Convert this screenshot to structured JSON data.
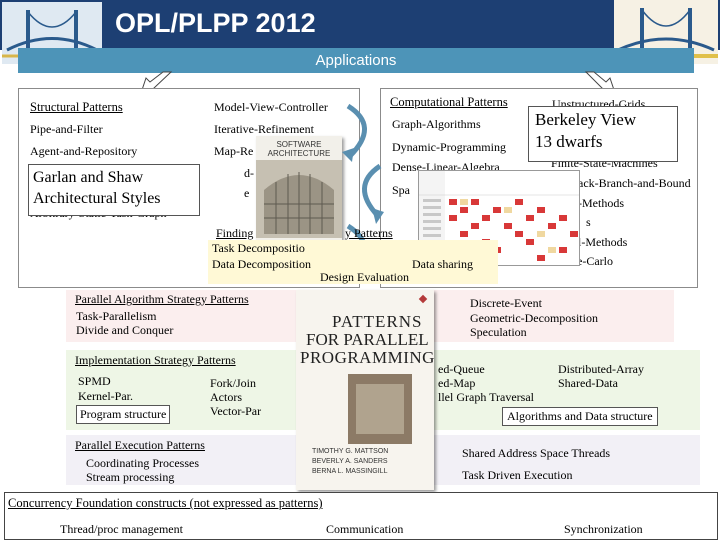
{
  "slide": {
    "title": "OPL/PLPP 2012",
    "applications_label": "Applications"
  },
  "structural": {
    "title": "Structural Patterns",
    "items": [
      "Pipe-and-Filter",
      "Agent-and-Repository",
      "Arbitrary-Static-Task-Graph",
      "Model-View-Controller",
      "Iterative-Refinement",
      "Map-Re"
    ]
  },
  "computational": {
    "title": "Computational Patterns",
    "items": [
      "Unstructured-Grids",
      "Graph-Algorithms",
      "Dynamic-Programming",
      "Dense-Linear-Algebra",
      "Spa",
      "Finite-State-Machines",
      "ack-Branch-and-Bound",
      "-Methods",
      "s",
      "l-Methods",
      "Monte-Carlo"
    ]
  },
  "callouts": {
    "garlan_shaw": "Garlan and Shaw\nArchitectural Styles",
    "berkeley": "Berkeley View\n13 dwarfs"
  },
  "finding": {
    "title": "Finding",
    "title_tail": "y Patterns",
    "task_decomp": "Task Decompositio",
    "data_decomp": "Data Decomposition",
    "data_sharing": "Data sharing",
    "design_eval": "Design Evaluation"
  },
  "algo_strategy": {
    "title": "Parallel Algorithm Strategy Patterns",
    "left": [
      "Task-Parallelism",
      "Divide and Conquer"
    ],
    "right": [
      "Discrete-Event",
      "Geometric-Decomposition",
      "Speculation"
    ]
  },
  "impl_strategy": {
    "title": "Implementation Strategy Patterns",
    "col1": [
      "SPMD",
      "Kernel-Par."
    ],
    "col2": [
      "Fork/Join",
      "Actors",
      "Vector-Par"
    ],
    "program_structure": "Program structure",
    "col3": [
      "ed-Queue",
      "ed-Map",
      "llel Graph Traversal"
    ],
    "col4": [
      "Distributed-Array",
      "Shared-Data"
    ],
    "algo_data": "Algorithms and Data structure"
  },
  "exec": {
    "title": "Parallel Execution Patterns",
    "left": [
      "Coordinating Processes",
      "Stream processing"
    ],
    "right": [
      "Shared Address Space Threads",
      "Task Driven Execution"
    ]
  },
  "foundation": {
    "title": "Concurrency Foundation constructs (not expressed as patterns)",
    "items": [
      "Thread/proc management",
      "Communication",
      "Synchronization"
    ]
  },
  "book1": {
    "title": "SOFTWARE ARCHITECTURE"
  },
  "book2": {
    "line1": "PATTERNS",
    "line2": "FOR PARALLEL",
    "line3": "PROGRAMMING",
    "authors": [
      "TIMOTHY G. MATTSON",
      "BEVERLY A. SANDERS",
      "BERNA L. MASSINGILL"
    ]
  },
  "colors": {
    "titlebar": "#1d3f73",
    "applications": "#4d94b8",
    "pink_panel": "#fbeeee",
    "green_panel": "#eef6e6"
  }
}
